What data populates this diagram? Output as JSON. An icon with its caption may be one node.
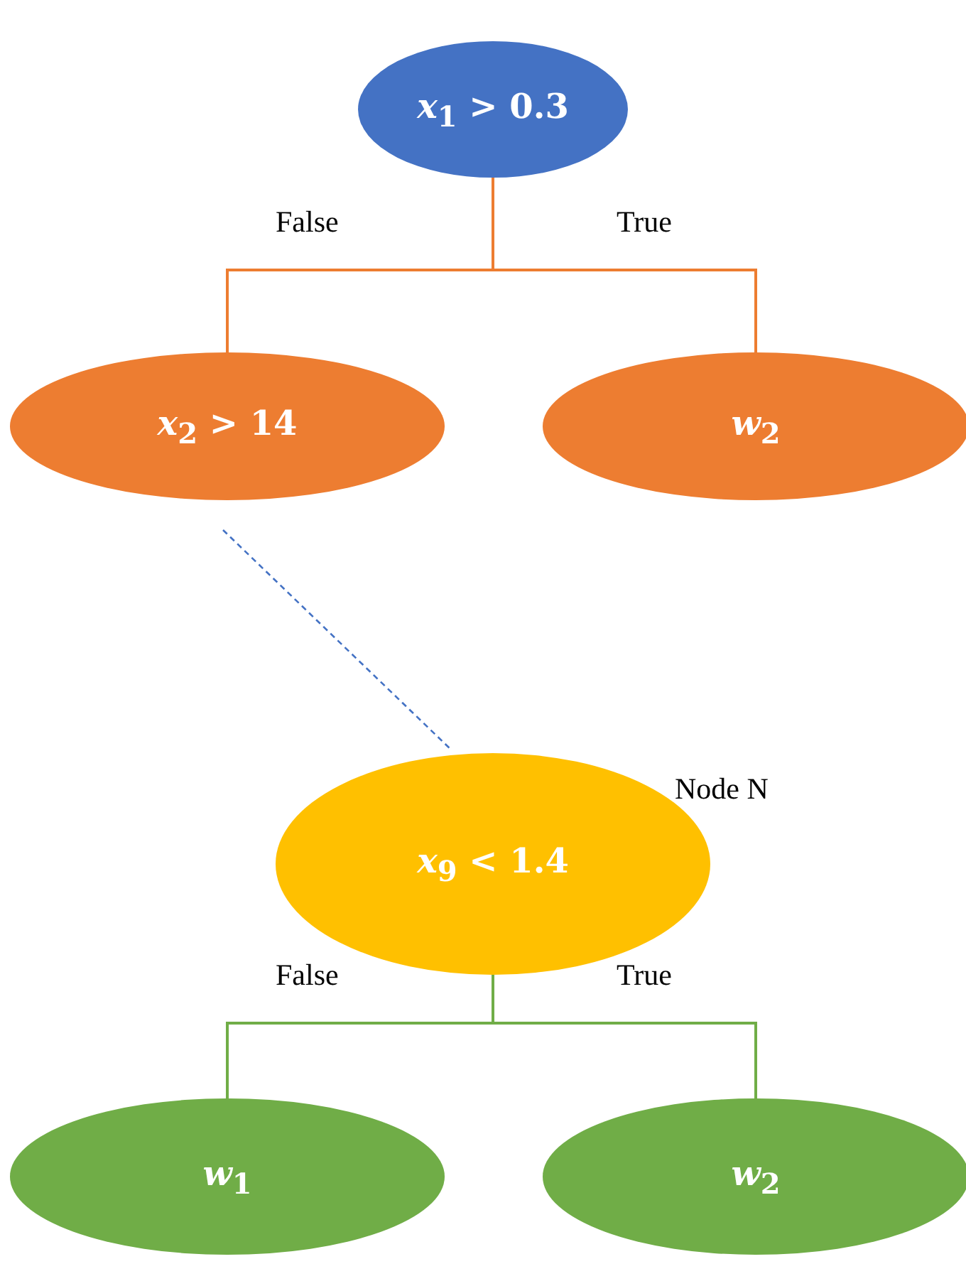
{
  "diagram": {
    "nodes": [
      {
        "text": [
          "*x*$_{1}$ > 0.3"
        ]
      },
      {
        "text": [
          "*x*$_{2}$ > 14"
        ]
      },
      {
        "text": [
          "*w*$_{2}$"
        ]
      },
      {
        "text": [
          "*x*$_{9}$ < 1.4"
        ],
        "beside": [
          "Node N"
        ]
      },
      {
        "text": [
          "*w*$_{1}$"
        ]
      },
      {
        "text": [
          "*w*$_{2}$"
        ]
      }
    ],
    "edges": [
      {
        "from": 0,
        "to": 1,
        "arrow": "none",
        "label": "False"
      },
      {
        "from": 0,
        "to": 2,
        "arrow": "none",
        "label": "True"
      },
      {
        "from": 1,
        "to": 3,
        "arrow": "none",
        "style": "dashed",
        "color": "#4472c4"
      },
      {
        "from": 3,
        "to": 4,
        "arrow": "none",
        "label": "False",
        "color": "#70ad47"
      },
      {
        "from": 3,
        "to": 5,
        "arrow": "none",
        "label": "True",
        "color": "#70ad47"
      }
    ]
  }
}
